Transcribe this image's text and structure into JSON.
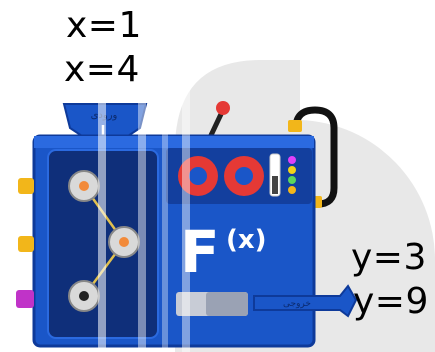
{
  "labels": {
    "inputs": [
      "x=1",
      "x=4"
    ],
    "outputs": [
      "y=3",
      "y=9"
    ],
    "input_tag": "ورودی",
    "output_tag": "خروجی",
    "function_letter": "F",
    "function_arg": "(x)"
  },
  "colors": {
    "machine_blue": "#1a56c8",
    "machine_dark": "#0e3a9a",
    "panel_dark": "#133f9e",
    "red_button": "#e53935",
    "background_shape": "#e6e6e6",
    "text": "#000000"
  },
  "icons": [
    "function-machine-icon",
    "belt-pulley-icon",
    "lever-icon",
    "red-dial-icon",
    "indicator-lights-icon"
  ]
}
